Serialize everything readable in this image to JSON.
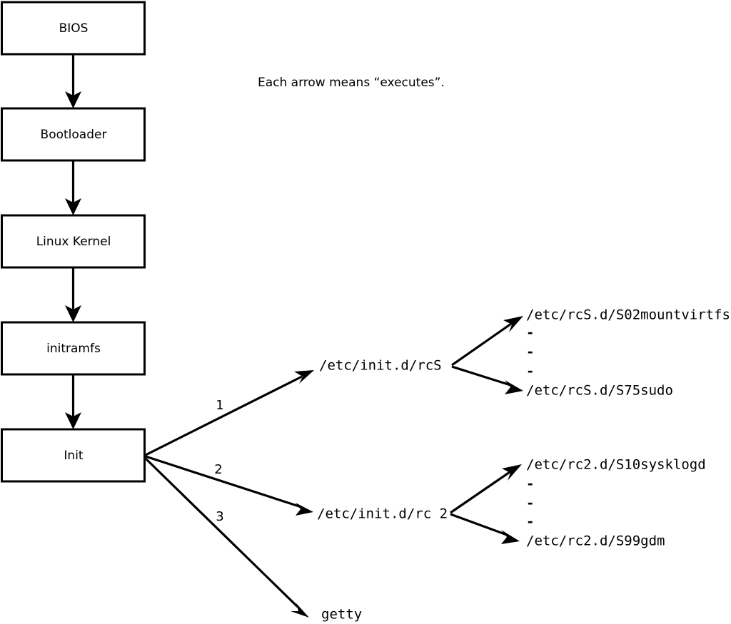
{
  "diagram": {
    "title": "Linux boot process flowchart",
    "caption": "Each arrow means “executes”.",
    "colors": {
      "stroke": "#000000",
      "fill": "#ffffff",
      "background": "#ffffff"
    },
    "boot_chain": [
      {
        "id": "bios",
        "label": "BIOS"
      },
      {
        "id": "bootloader",
        "label": "Bootloader"
      },
      {
        "id": "kernel",
        "label": "Linux Kernel"
      },
      {
        "id": "initramfs",
        "label": "initramfs"
      },
      {
        "id": "init",
        "label": "Init"
      }
    ],
    "init_branches": [
      {
        "number": "1",
        "target": "/etc/init.d/rcS"
      },
      {
        "number": "2",
        "target": "/etc/init.d/rc 2"
      },
      {
        "number": "3",
        "target": "getty"
      }
    ],
    "rcs_scripts": {
      "first": "/etc/rcS.d/S02mountvirtfs",
      "ellipsis": [
        "-",
        "-",
        "-"
      ],
      "last": "/etc/rcS.d/S75sudo"
    },
    "rc2_scripts": {
      "first": "/etc/rc2.d/S10sysklogd",
      "ellipsis": [
        "-",
        "-",
        "-"
      ],
      "last": "/etc/rc2.d/S99gdm"
    }
  }
}
